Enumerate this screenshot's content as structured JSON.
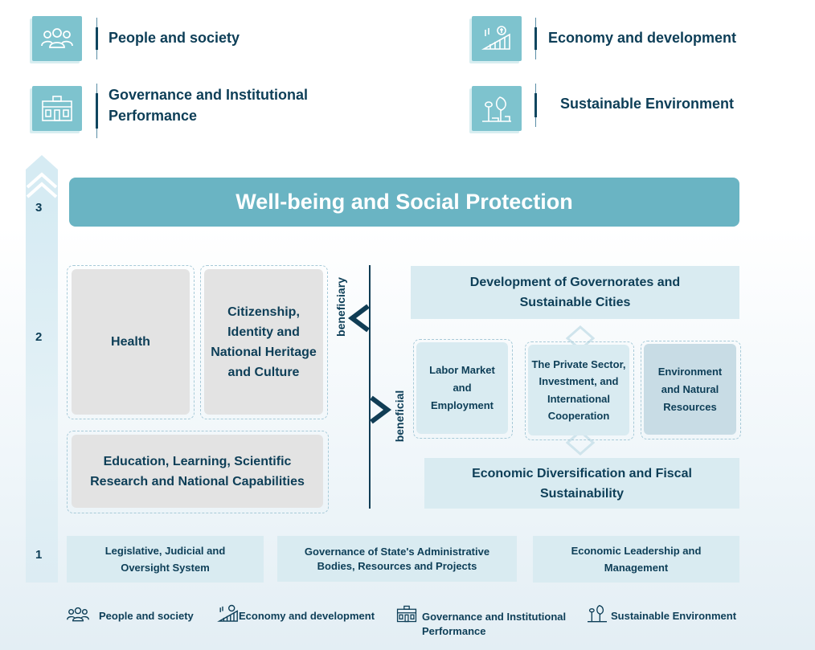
{
  "top_legend": [
    {
      "label": "People and society",
      "icon": "people-icon"
    },
    {
      "label": "Economy and development",
      "icon": "economy-growth-icon"
    },
    {
      "label": "Governance and Institutional Performance",
      "icon": "government-building-icon"
    },
    {
      "label": "Sustainable Environment",
      "icon": "sustainable-environment-icon"
    }
  ],
  "levels": [
    "3",
    "2",
    "1"
  ],
  "banner": {
    "title": "Well-being and Social Protection"
  },
  "left_boxes": {
    "health": "Health",
    "citizenship": "Citizenship, Identity and National Heritage and Culture",
    "education": "Education, Learning, Scientific Research and National Capabilities"
  },
  "connectors": {
    "beneficiary": "beneficiary",
    "beneficial": "beneficial"
  },
  "right_boxes": {
    "governorates": "Development of Governorates and Sustainable Cities",
    "labor": "Labor Market and Employment",
    "private_sector": "The Private Sector, Investment, and International Cooperation",
    "environment": "Environment and Natural Resources",
    "diversification": "Economic Diversification and Fiscal Sustainability"
  },
  "foundation": {
    "legislative": "Legislative, Judicial and Oversight System",
    "governance": "Governance of State's Administrative Bodies, Resources and Projects",
    "leadership": "Economic Leadership and Management"
  },
  "bottom_legend": [
    {
      "label": "People and society",
      "icon": "people-icon"
    },
    {
      "label": "Economy and development",
      "icon": "economy-growth-icon"
    },
    {
      "label": "Governance and Institutional Performance",
      "icon": "government-building-icon"
    },
    {
      "label": "Sustainable Environment",
      "icon": "sustainable-environment-icon"
    }
  ],
  "colors": {
    "accent_teal": "#6ab4c3",
    "dark_navy": "#0d3e57",
    "light_blue_box": "#d9ebf1",
    "grey_box": "#e3e3e3"
  }
}
